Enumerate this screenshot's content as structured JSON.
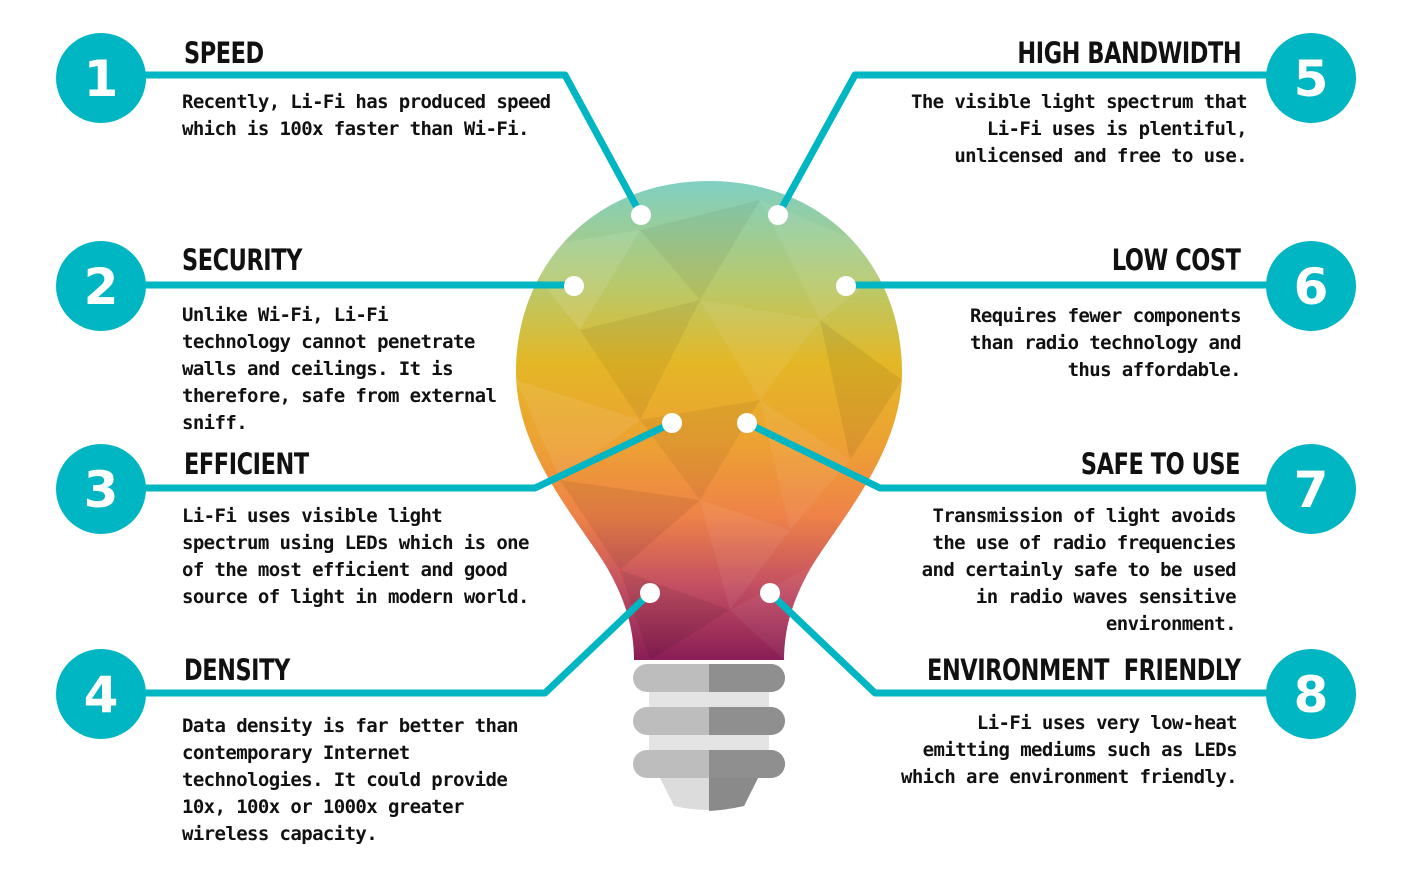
{
  "features": [
    {
      "num": "1",
      "title": "SPEED",
      "text": "Recently, Li-Fi has produced speed which is 100x faster than Wi-Fi."
    },
    {
      "num": "2",
      "title": "SECURITY",
      "text": "Unlike Wi-Fi, Li-Fi technology cannot penetrate walls and ceilings. It is therefore, safe from external sniff."
    },
    {
      "num": "3",
      "title": "EFFICIENT",
      "text": "Li-Fi uses visible light spectrum using LEDs which is one of the most efficient and good source of light in modern world."
    },
    {
      "num": "4",
      "title": "DENSITY",
      "text": "Data density is far better than contemporary Internet technologies. It could provide 10x, 100x or 1000x greater wireless capacity."
    },
    {
      "num": "5",
      "title": "HIGH BANDWIDTH",
      "text": "The visible light spectrum that Li-Fi uses is plentiful, unlicensed and free to use."
    },
    {
      "num": "6",
      "title": "LOW COST",
      "text": "Requires fewer components than radio technology and thus affordable."
    },
    {
      "num": "7",
      "title": "SAFE TO USE",
      "text": "Transmission of light avoids the use of radio frequencies and certainly safe to be used in radio waves sensitive environment."
    },
    {
      "num": "8",
      "title": "ENVIRONMENT  FRIENDLY",
      "text": "Li-Fi uses very low-heat emitting mediums such as LEDs which are environment friendly."
    }
  ],
  "colors": {
    "accent": "#00b6c3",
    "text": "#111111",
    "bulb_top": "#7fd0c3",
    "bulb_mid": "#e6b820",
    "bulb_lower": "#ef8a3c",
    "bulb_bottom": "#8c1f52",
    "base_light": "#b7b7b7",
    "base_dark": "#8f8f8f"
  }
}
